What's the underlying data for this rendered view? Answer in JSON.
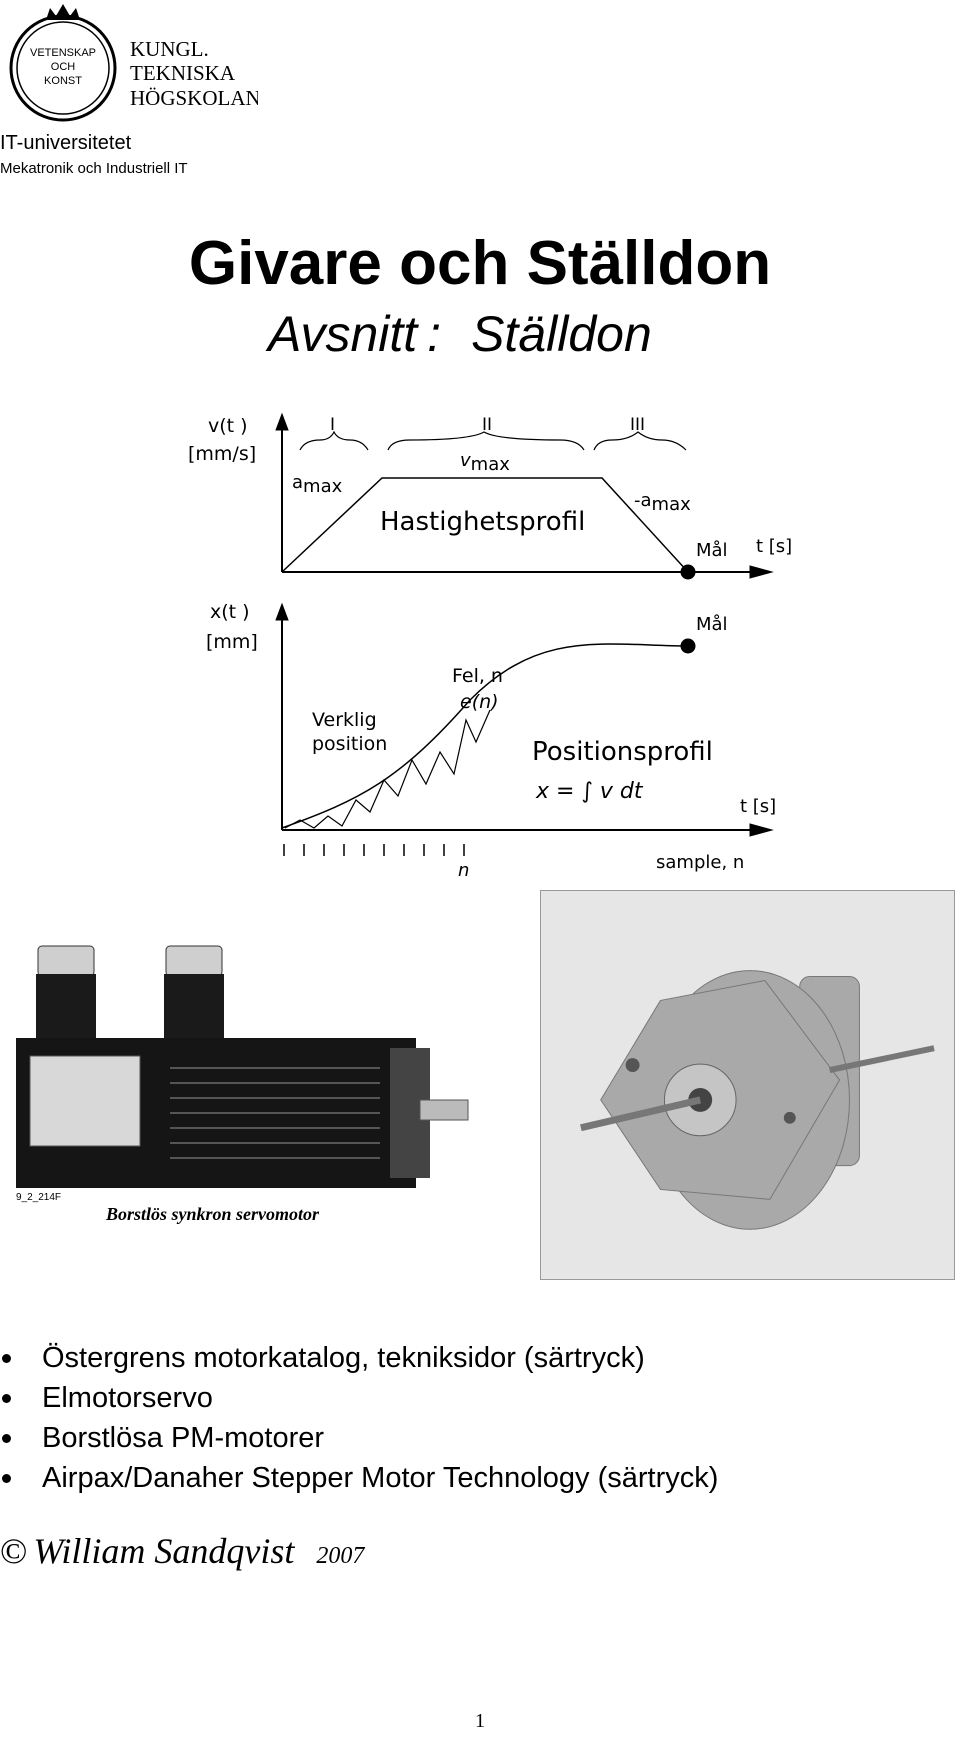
{
  "header": {
    "logo_text": [
      "VETENSKAP",
      "OCH",
      "KONST"
    ],
    "institution_lines": [
      "KUNGL.",
      "TEKNISKA",
      "HÖGSKOLAN"
    ],
    "university": "IT-universitetet",
    "department": "Mekatronik och Industriell IT"
  },
  "title": "Givare och Ställdon",
  "subtitle": {
    "prefix": "Avsnitt",
    "colon": ":",
    "topic": "Ställdon"
  },
  "diagram": {
    "velocity": {
      "y_label_1": "v(t )",
      "y_label_2": "[mm/s]",
      "phase_1": "I",
      "phase_2": "II",
      "phase_3": "III",
      "accel_label": "a",
      "accel_sub": "max",
      "vmax_label": "v",
      "vmax_sub": "max",
      "decel_label": "-a",
      "decel_sub": "max",
      "profile_label": "Hastighetsprofil",
      "goal_label": "Mål",
      "x_label": "t [s]"
    },
    "position": {
      "y_label_1": "x(t )",
      "y_label_2": "[mm]",
      "goal_label": "Mål",
      "error_label_1": "Fel, n",
      "error_label_2": "e(n)",
      "actual_label_1": "Verklig",
      "actual_label_2": "position",
      "profile_label": "Positionsprofil",
      "formula": "x = ∫ v dt",
      "x_label": "t [s]",
      "sample_label": "sample, n",
      "n_label": "n"
    }
  },
  "photos": {
    "servo_code": "9_2_214F",
    "servo_caption": "Borstlös synkron servomotor"
  },
  "bullets": [
    "Östergrens motorkatalog, tekniksidor (särtryck)",
    "Elmotorservo",
    "Borstlösa PM-motorer",
    "Airpax/Danaher Stepper Motor Technology (särtryck)"
  ],
  "signature": {
    "copyright": "©",
    "author": "William Sandqvist",
    "year": "2007"
  },
  "page_number": "1"
}
